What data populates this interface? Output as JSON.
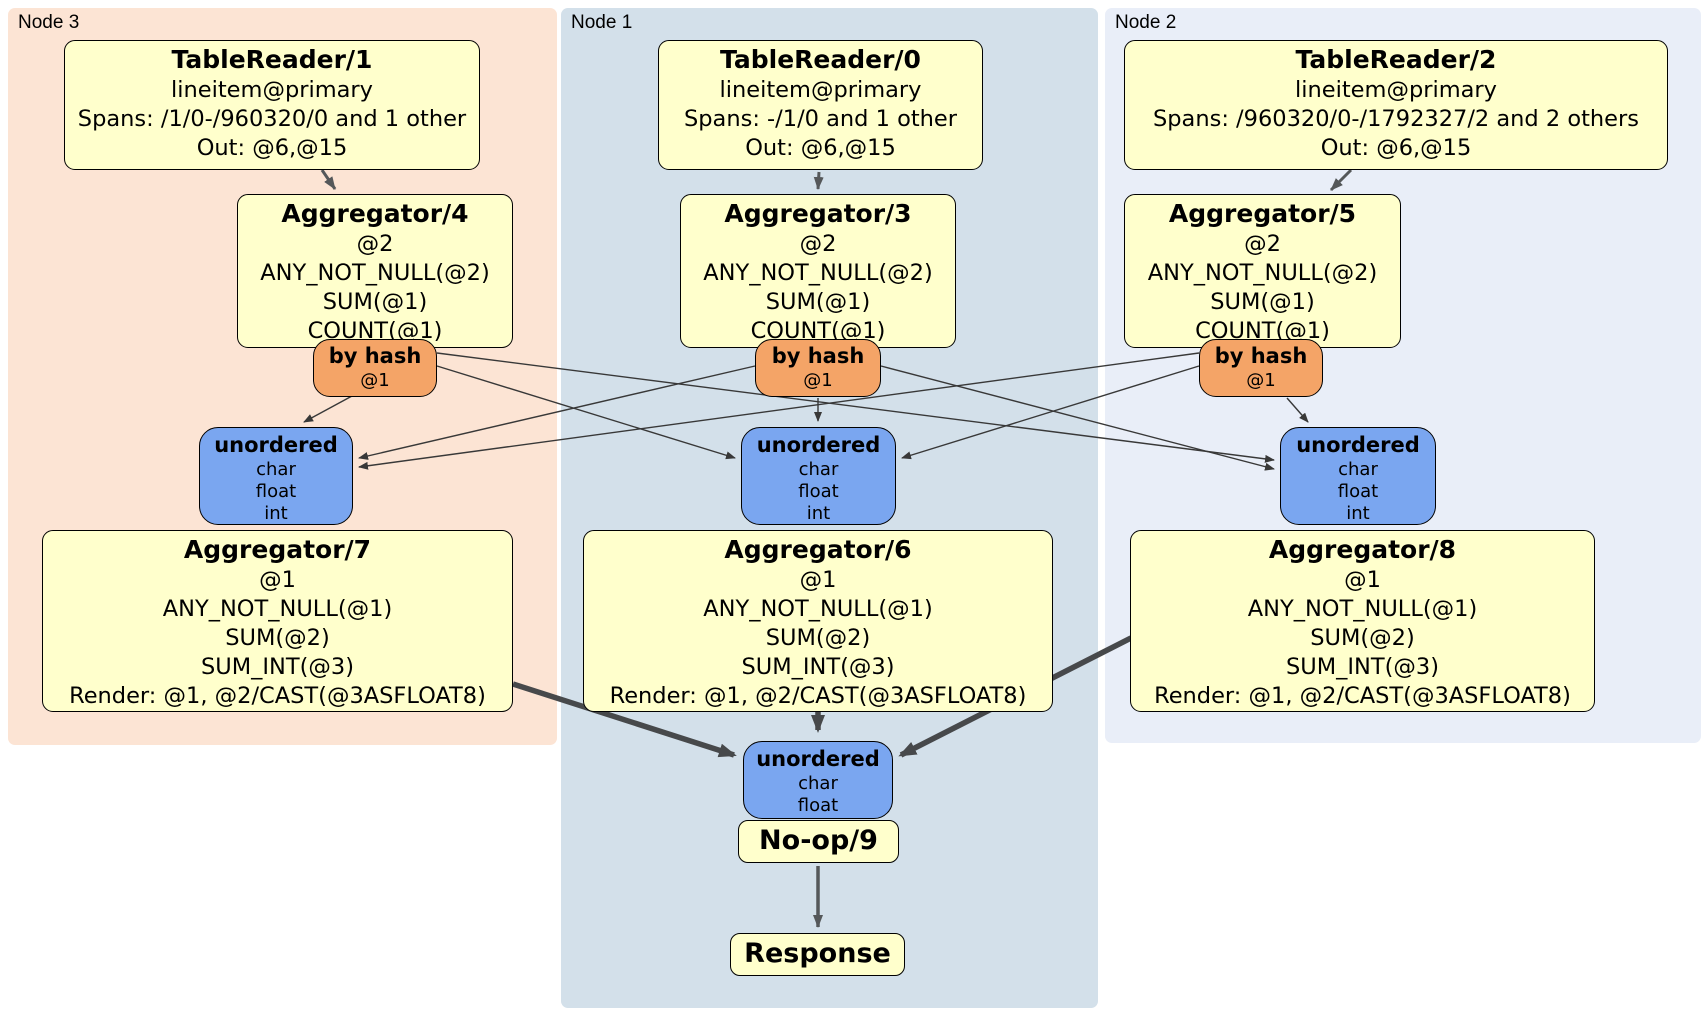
{
  "panels": {
    "node3": {
      "label": "Node 3",
      "bg": "#fce4d4"
    },
    "node1": {
      "label": "Node 1",
      "bg": "#d3e0ea"
    },
    "node2": {
      "label": "Node 2",
      "bg": "#e9eef8"
    }
  },
  "colors": {
    "operator_box_bg": "#ffffcc",
    "router_bg": "#f4a467",
    "sync_bg": "#7aa6f0",
    "edge_thin": "#383838",
    "edge_medium": "#55585a",
    "edge_thick": "#47494b"
  },
  "operators": {
    "tablereader1": {
      "title": "TableReader/1",
      "lines": [
        "lineitem@primary",
        "Spans: /1/0-/960320/0 and 1 other",
        "Out: @6,@15"
      ]
    },
    "tablereader0": {
      "title": "TableReader/0",
      "lines": [
        "lineitem@primary",
        "Spans: -/1/0 and 1 other",
        "Out: @6,@15"
      ]
    },
    "tablereader2": {
      "title": "TableReader/2",
      "lines": [
        "lineitem@primary",
        "Spans: /960320/0-/1792327/2 and 2 others",
        "Out: @6,@15"
      ]
    },
    "aggregator4": {
      "title": "Aggregator/4",
      "lines": [
        "@2",
        "ANY_NOT_NULL(@2)",
        "SUM(@1)",
        "COUNT(@1)"
      ]
    },
    "aggregator3": {
      "title": "Aggregator/3",
      "lines": [
        "@2",
        "ANY_NOT_NULL(@2)",
        "SUM(@1)",
        "COUNT(@1)"
      ]
    },
    "aggregator5": {
      "title": "Aggregator/5",
      "lines": [
        "@2",
        "ANY_NOT_NULL(@2)",
        "SUM(@1)",
        "COUNT(@1)"
      ]
    },
    "aggregator7": {
      "title": "Aggregator/7",
      "lines": [
        "@1",
        "ANY_NOT_NULL(@1)",
        "SUM(@2)",
        "SUM_INT(@3)",
        "Render: @1, @2/CAST(@3ASFLOAT8)"
      ]
    },
    "aggregator6": {
      "title": "Aggregator/6",
      "lines": [
        "@1",
        "ANY_NOT_NULL(@1)",
        "SUM(@2)",
        "SUM_INT(@3)",
        "Render: @1, @2/CAST(@3ASFLOAT8)"
      ]
    },
    "aggregator8": {
      "title": "Aggregator/8",
      "lines": [
        "@1",
        "ANY_NOT_NULL(@1)",
        "SUM(@2)",
        "SUM_INT(@3)",
        "Render: @1, @2/CAST(@3ASFLOAT8)"
      ]
    },
    "noop9": {
      "title": "No-op/9"
    },
    "response": {
      "title": "Response"
    }
  },
  "routers": {
    "byhash": {
      "title": "by hash",
      "column": "@1"
    }
  },
  "syncs": {
    "unordered_full": {
      "title": "unordered",
      "items": [
        "char",
        "float",
        "int"
      ]
    },
    "unordered_final": {
      "title": "unordered",
      "items": [
        "char",
        "float"
      ]
    }
  }
}
